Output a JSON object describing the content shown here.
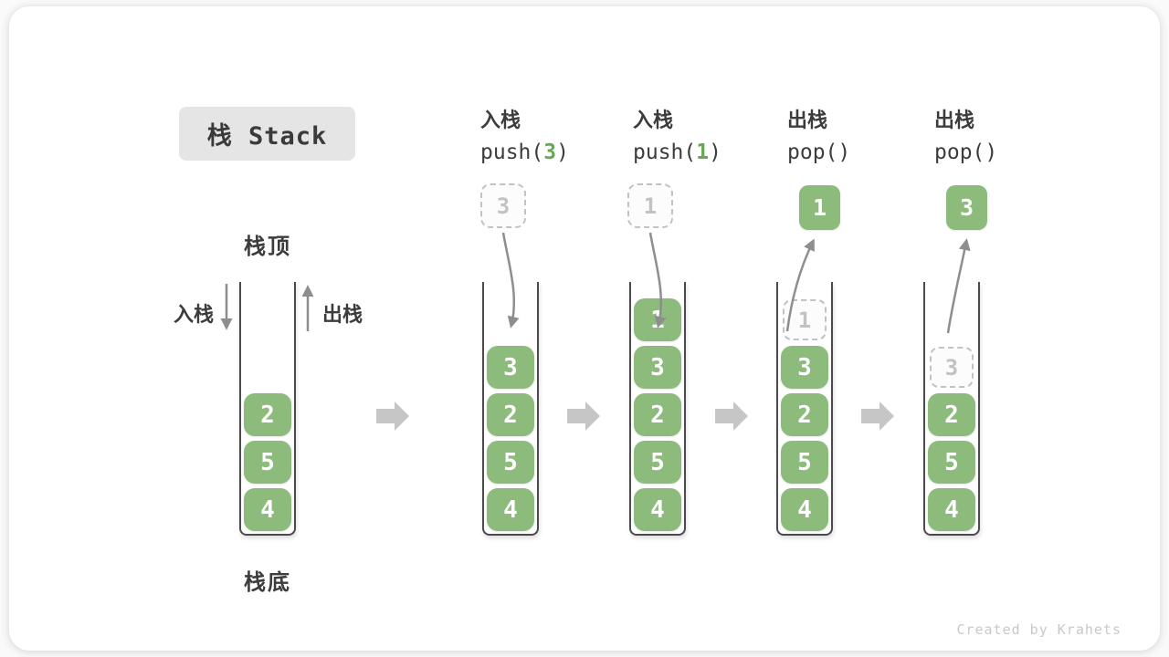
{
  "title": "栈 Stack",
  "watermark": "Created by Krahets",
  "colors": {
    "block_green": "#8cbb7c",
    "code_arg_green": "#68a854",
    "text_dark": "#3c3c3c",
    "ghost_gray": "#c2c2c2",
    "arrow_gray": "#8e8e8e",
    "transition_arrow_gray": "#c6c6c6",
    "title_badge_bg": "#e5e5e5",
    "well_border": "#4b4b4b"
  },
  "side_labels": {
    "top": "栈顶",
    "bottom": "栈底",
    "push_in": "入栈",
    "pop_out": "出栈"
  },
  "ops": [
    {
      "label": "入栈",
      "code_pre": "push(",
      "code_arg": "3",
      "code_post": ")"
    },
    {
      "label": "入栈",
      "code_pre": "push(",
      "code_arg": "1",
      "code_post": ")"
    },
    {
      "label": "出栈",
      "code_pre": "pop(",
      "code_arg": "",
      "code_post": ")"
    },
    {
      "label": "出栈",
      "code_pre": "pop(",
      "code_arg": "",
      "code_post": ")"
    }
  ],
  "stacks": [
    {
      "blocks": [
        "2",
        "5",
        "4"
      ]
    },
    {
      "ghost_above": "3",
      "blocks": [
        "3",
        "2",
        "5",
        "4"
      ]
    },
    {
      "ghost_above": "1",
      "blocks": [
        "1",
        "3",
        "2",
        "5",
        "4"
      ]
    },
    {
      "popped": "1",
      "ghost_slot": "1",
      "blocks": [
        "3",
        "2",
        "5",
        "4"
      ]
    },
    {
      "popped": "3",
      "ghost_slot": "3",
      "blocks": [
        "2",
        "5",
        "4"
      ]
    }
  ]
}
